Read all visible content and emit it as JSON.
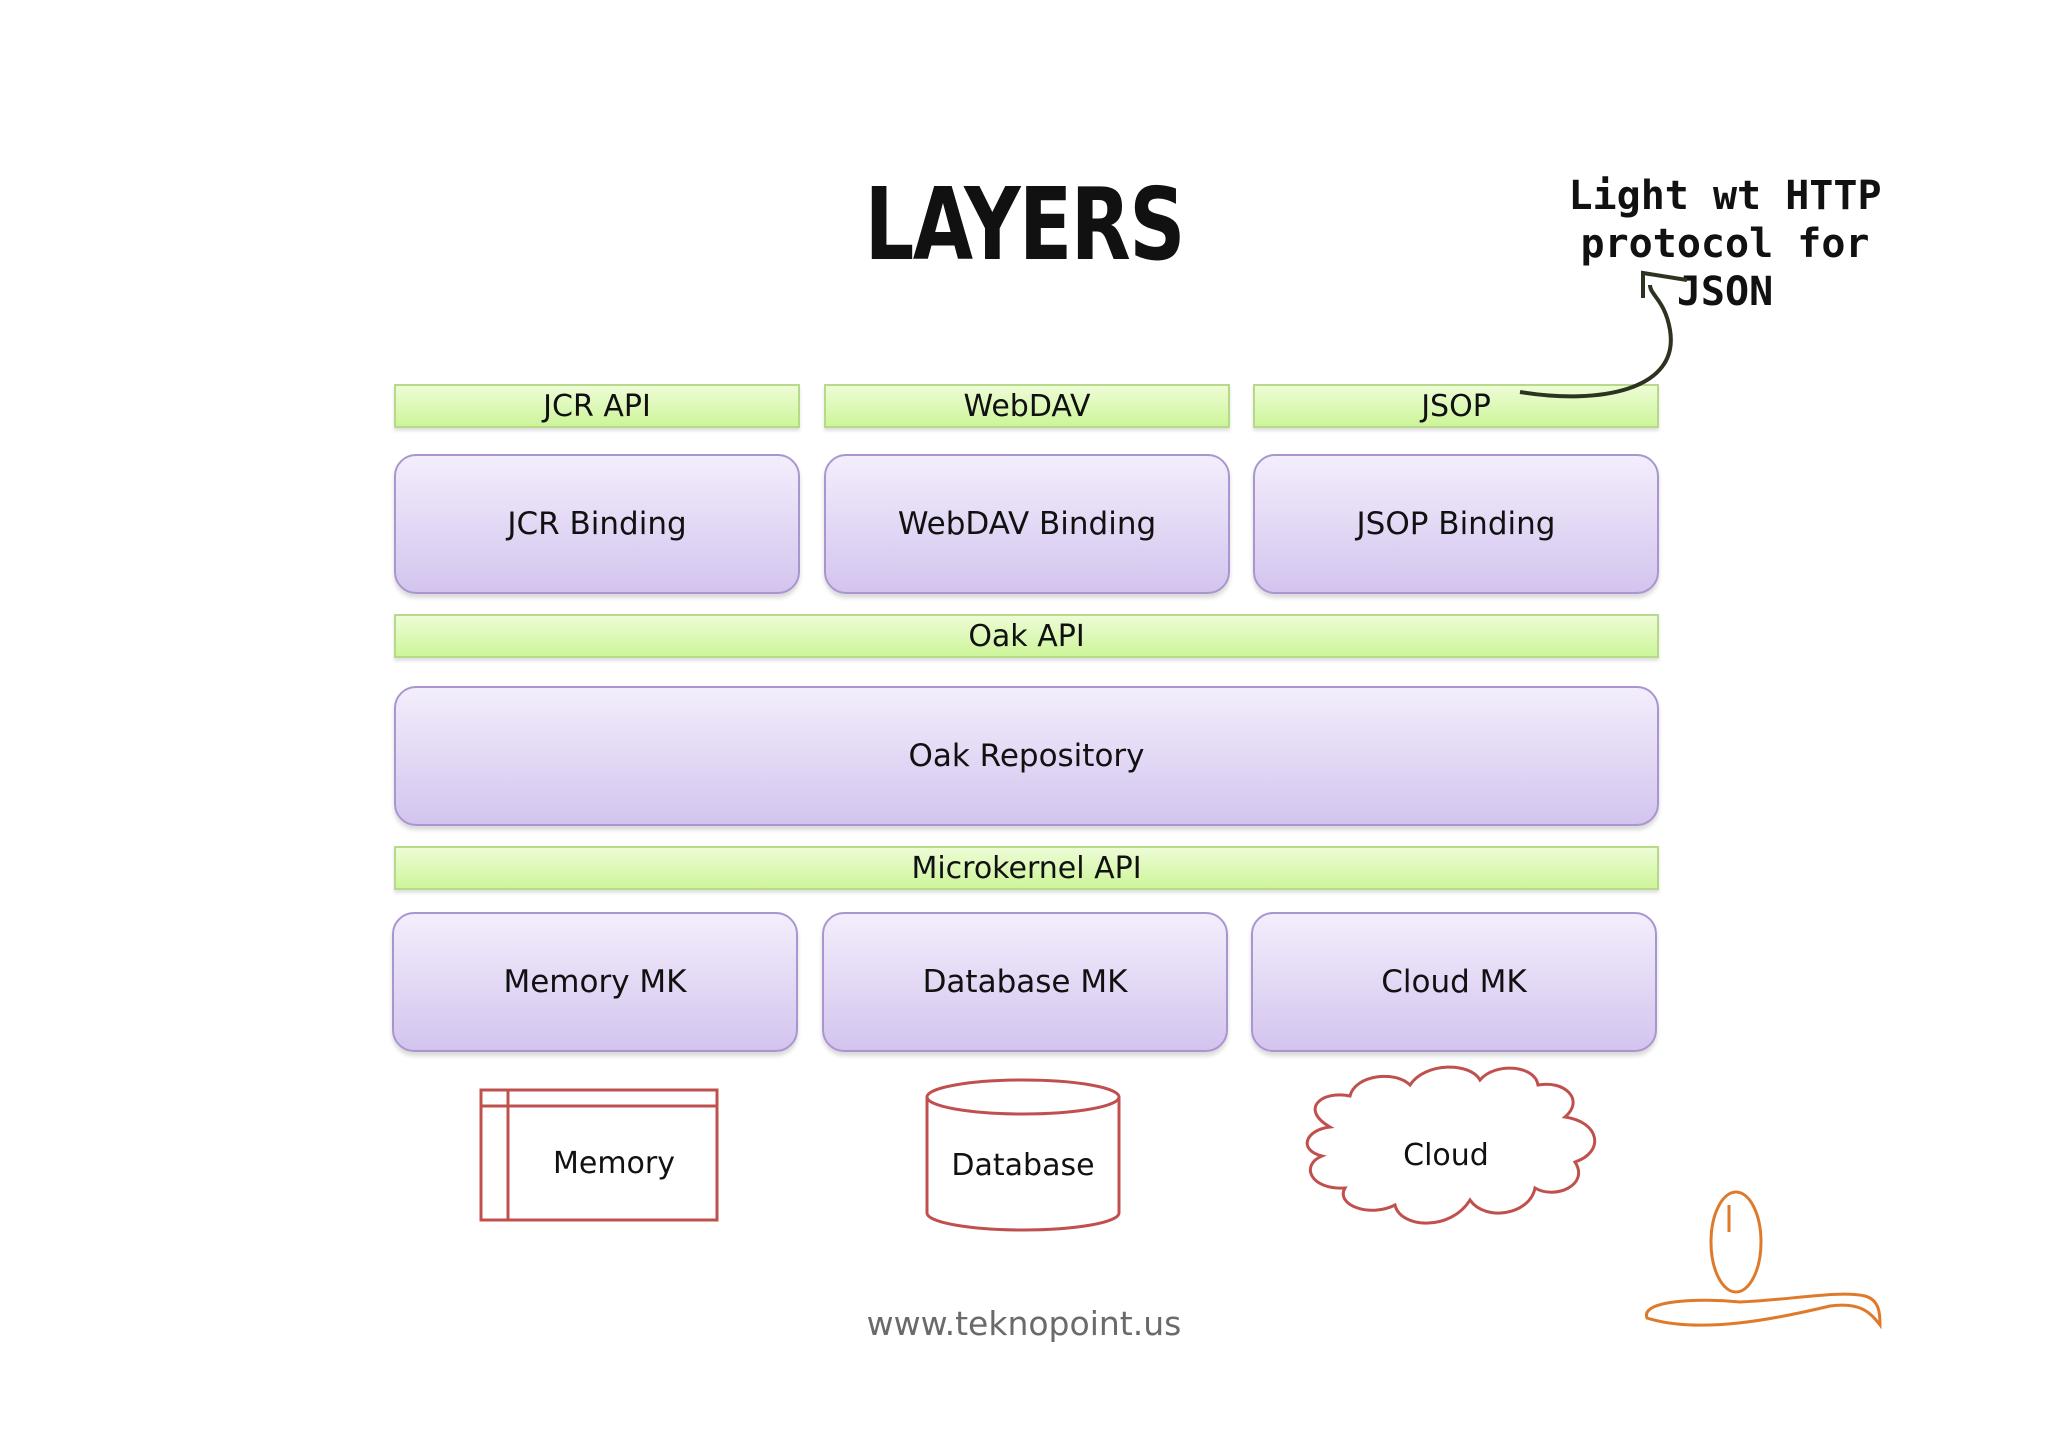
{
  "title": "LAYERS",
  "annotation": "Light wt HTTP protocol for JSON",
  "api_row_top": [
    "JCR API",
    "WebDAV",
    "JSOP"
  ],
  "bindings": [
    "JCR Binding",
    "WebDAV Binding",
    "JSOP Binding"
  ],
  "oak_api": "Oak API",
  "oak_repository": "Oak Repository",
  "microkernel_api": "Microkernel API",
  "microkernels": [
    "Memory MK",
    "Database MK",
    "Cloud MK"
  ],
  "stores": [
    "Memory",
    "Database",
    "Cloud"
  ],
  "footer": "www.teknopoint.us",
  "colors": {
    "api_fill": "#d4f6a6",
    "box_fill": "#ddd0f2",
    "store_stroke": "#c0504d",
    "logo": "#e07a2b"
  }
}
